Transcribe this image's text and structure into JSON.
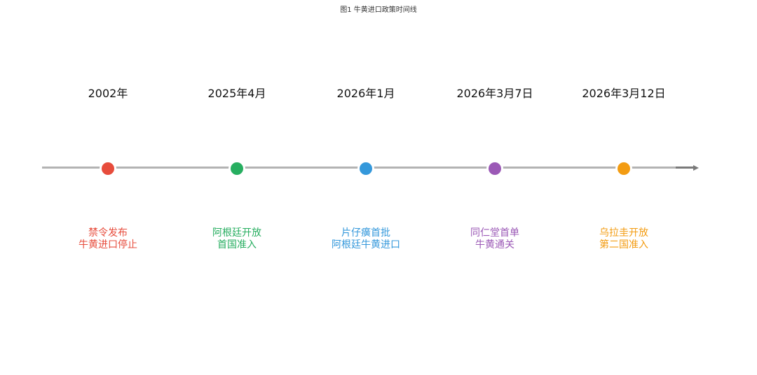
{
  "title": "图1 牛黄进口政策时间线",
  "events": [
    {
      "date": "2002年",
      "line1": "禁令发布",
      "line2": "牛黄进口停止",
      "color": "#e74c3c"
    },
    {
      "date": "2025年4月",
      "line1": "阿根廷开放",
      "line2": "首国准入",
      "color": "#27ae60"
    },
    {
      "date": "2026年1月",
      "line1": "片仔癀首批",
      "line2": "阿根廷牛黄进口",
      "color": "#3498db"
    },
    {
      "date": "2026年3月7日",
      "line1": "同仁堂首单",
      "line2": "牛黄通关",
      "color": "#9b59b6"
    },
    {
      "date": "2026年3月12日",
      "line1": "乌拉圭开放",
      "line2": "第二国准入",
      "color": "#f39c12"
    }
  ]
}
